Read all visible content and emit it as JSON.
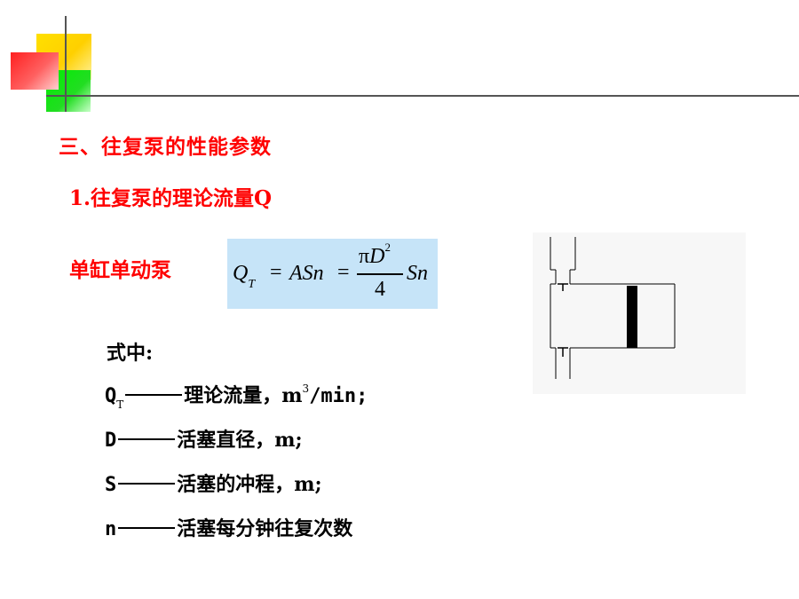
{
  "heading": "三、往复泵的性能参数",
  "subheading": "1.往复泵的理论流量Q",
  "pump_type": "单缸单动泵",
  "formula": {
    "lhs_symbol": "Q",
    "lhs_subscript": "T",
    "equals": "=",
    "term1": "ASn",
    "numerator_pi": "π",
    "numerator_var": "D",
    "numerator_exp": "2",
    "denominator": "4",
    "term2": "Sn"
  },
  "where_label": "式中:",
  "definitions": [
    {
      "symbol": "Q",
      "subscript": "T",
      "desc": "理论流量，m",
      "sup": "3",
      "unit_rest": "/min;"
    },
    {
      "symbol": "D",
      "desc": "活塞直径，m;"
    },
    {
      "symbol": "S",
      "desc": "活塞的冲程，m;"
    },
    {
      "symbol": "n",
      "desc": "活塞每分钟往复次数"
    }
  ]
}
